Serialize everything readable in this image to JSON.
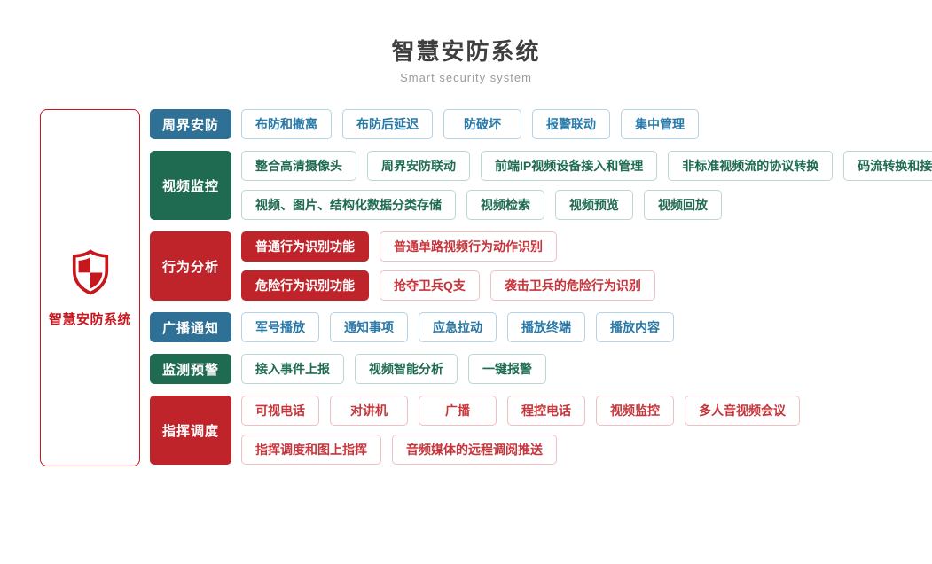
{
  "page": {
    "title": "智慧安防系统",
    "subtitle": "Smart security system"
  },
  "root_panel": {
    "label": "智慧安防系统",
    "icon": "shield-icon"
  },
  "colors": {
    "blue": "#2e7096",
    "green": "#1f6b52",
    "red": "#bf242b",
    "panel_red": "#c8161d",
    "blue_item_text": "#2878a8",
    "blue_item_border": "#b5d2e6",
    "green_item_text": "#1f6b52",
    "green_item_border": "#bcd8cd",
    "red_item_text": "#c5353b",
    "red_item_border": "#eec0c2"
  },
  "groups": [
    {
      "id": "perimeter-security",
      "label": "周界安防",
      "theme": "blue",
      "lines": [
        {
          "items": [
            "布防和撤离",
            "布防后延迟",
            "防破坏",
            "报警联动",
            "集中管理"
          ]
        }
      ]
    },
    {
      "id": "video-surveillance",
      "label": "视频监控",
      "theme": "green",
      "lines": [
        {
          "items": [
            "整合高清摄像头",
            "周界安防联动",
            "前端IP视频设备接入和管理",
            "非标准视频流的协议转换",
            "码流转换和接口转换"
          ]
        },
        {
          "items": [
            "视频、图片、结构化数据分类存储",
            "视频检索",
            "视频预览",
            "视频回放"
          ]
        }
      ]
    },
    {
      "id": "behavior-analysis",
      "label": "行为分析",
      "theme": "red",
      "lines": [
        {
          "sub_label": "普通行为识别功能",
          "items": [
            "普通单路视频行为动作识别"
          ]
        },
        {
          "sub_label": "危险行为识别功能",
          "items": [
            "抢夺卫兵Q支",
            "袭击卫兵的危险行为识别"
          ]
        }
      ]
    },
    {
      "id": "broadcast-notice",
      "label": "广播通知",
      "theme": "blue",
      "lines": [
        {
          "items": [
            "军号播放",
            "通知事项",
            "应急拉动",
            "播放终端",
            "播放内容"
          ]
        }
      ]
    },
    {
      "id": "monitor-warning",
      "label": "监测预警",
      "theme": "green",
      "lines": [
        {
          "items": [
            "接入事件上报",
            "视频智能分析",
            "一键报警"
          ]
        }
      ]
    },
    {
      "id": "command-dispatch",
      "label": "指挥调度",
      "theme": "red",
      "lines": [
        {
          "items": [
            "可视电话",
            "对讲机",
            "广播",
            "程控电话",
            "视频监控",
            "多人音视频会议"
          ]
        },
        {
          "items": [
            "指挥调度和图上指挥",
            "音频媒体的远程调阅推送"
          ]
        }
      ]
    }
  ]
}
